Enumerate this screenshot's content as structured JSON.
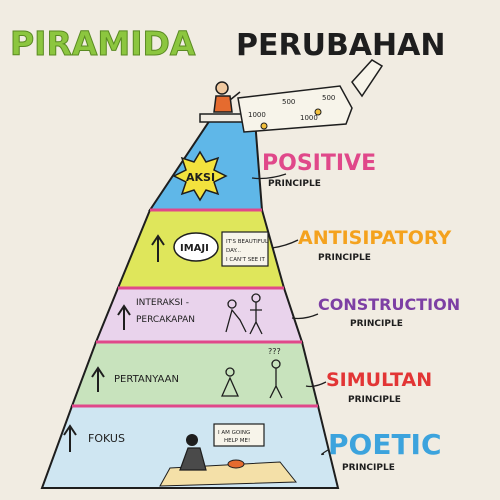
{
  "title": {
    "part1": "PIRAMIDA",
    "part2": "PERUBAHAN",
    "part1_color": "#8cc63f",
    "part2_color": "#1e1e1e"
  },
  "layers": [
    {
      "id": "aksi",
      "inner_label": "AKSI",
      "principle": "POSITIVE",
      "sub": "PRINCIPLE",
      "fill": "#5fb7e8",
      "principle_color": "#e0488a"
    },
    {
      "id": "imaji",
      "inner_label": "IMAJI",
      "note": [
        "IT'S BEAUTIFUL",
        "DAY...",
        "I CAN'T SEE IT"
      ],
      "principle": "ANTISIPATORY",
      "sub": "PRINCIPLE",
      "fill": "#dfe65b",
      "principle_color": "#f4a21e"
    },
    {
      "id": "interaksi",
      "inner_label_lines": [
        "INTERAKSI -",
        "PERCAKAPAN"
      ],
      "principle": "CONSTRUCTION",
      "sub": "PRINCIPLE",
      "fill": "#e9d3ec",
      "principle_color": "#7d3fa4"
    },
    {
      "id": "pertanyaan",
      "inner_label": "PERTANYAAN",
      "bubble": "???",
      "principle": "SIMULTAN",
      "sub": "PRINCIPLE",
      "fill": "#c8e3bd",
      "principle_color": "#e23535"
    },
    {
      "id": "fokus",
      "inner_label": "FOKUS",
      "note": [
        "I AM GOING",
        "HELP ME!"
      ],
      "principle": "POETIC",
      "sub": "PRINCIPLE",
      "fill": "#cfe6f2",
      "principle_color": "#3ca3dd"
    }
  ],
  "banner_amounts": [
    "1000",
    "500",
    "1000",
    "500"
  ],
  "colors": {
    "outline": "#1e1e1e",
    "burst": "#f3e23d",
    "green_title": "#8cc63f"
  }
}
